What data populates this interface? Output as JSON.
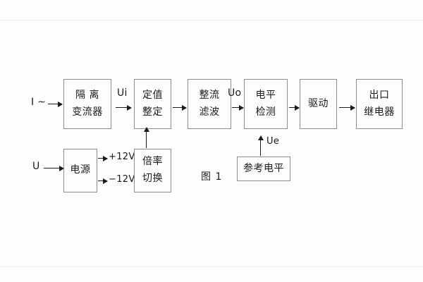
{
  "figure": {
    "caption": "图 1",
    "background_color": "#fdfdfd",
    "box_border_color": "#8d8d8d",
    "line_color": "#1a1a1a"
  },
  "inputs": {
    "current": "I ~",
    "voltage": "U"
  },
  "blocks": {
    "isolation_ct": {
      "line1": "隔 离",
      "line2": "变流器"
    },
    "setting": {
      "line1": "定值",
      "line2": "整定"
    },
    "rectify_filter": {
      "line1": "整流",
      "line2": "滤波"
    },
    "level_detect": {
      "line1": "电平",
      "line2": "检测"
    },
    "drive": {
      "line1": "驱动",
      "line2": ""
    },
    "output_relay": {
      "line1": "出口",
      "line2": "继电器"
    },
    "power_supply": {
      "line1": "电源",
      "line2": ""
    },
    "multiplier_switch": {
      "line1": "倍率",
      "line2": "切换"
    },
    "reference_level": {
      "line1": "参考电平",
      "line2": ""
    }
  },
  "signals": {
    "ui": "Ui",
    "uo": "Uo",
    "ue": "Ue",
    "rail_pos": "+12V",
    "rail_neg": "−12V"
  }
}
